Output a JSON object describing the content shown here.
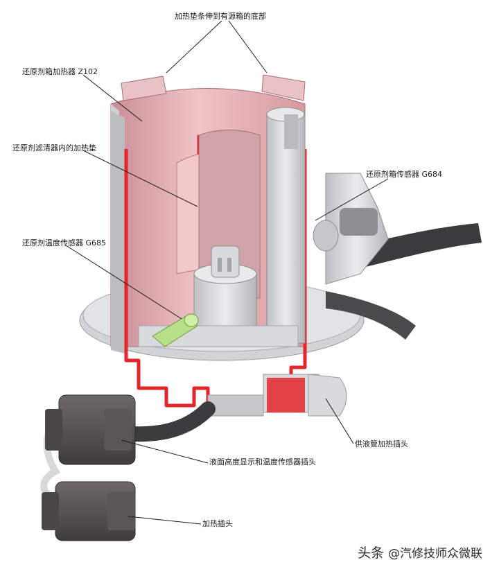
{
  "labels": {
    "heating_strip": "加热垫条伸到有源箱的底部",
    "tank_heater": "还原剂箱加热器 Z102",
    "filter_heater": "还原剂滤清器内的加热垫",
    "tank_sensor": "还原剂箱传感器 G684",
    "temp_sensor": "还原剂温度传感器 G685",
    "supply_heater_plug": "供液管加热插头",
    "level_temp_plug": "液面高度显示和温度传感器插头",
    "heater_plug": "加热插头"
  },
  "watermark": {
    "source": "头条",
    "handle": "@汽修技师众微联"
  },
  "colors": {
    "heater_pink": "#e8b4b8",
    "heater_red": "#e3262b",
    "housing_gray": "#d4d5d8",
    "connector_dark": "#514d4e"
  }
}
